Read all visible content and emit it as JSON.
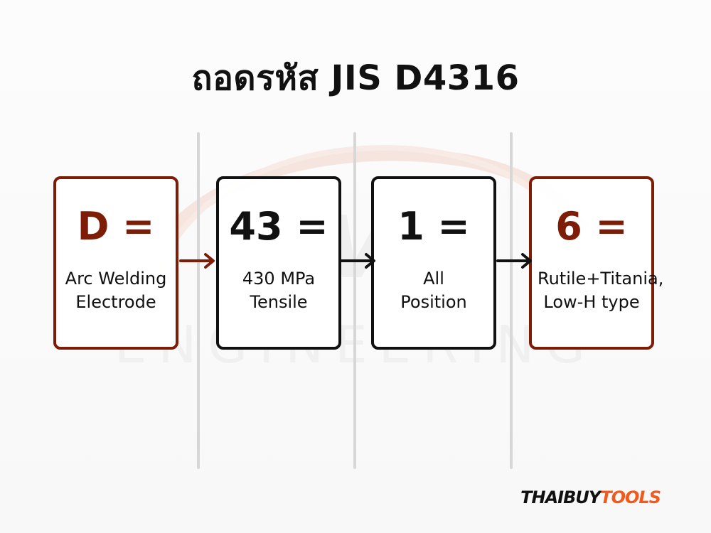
{
  "title": "ถอดรหัส JIS D4316",
  "watermark": {
    "logo": "KVS",
    "subtitle": "ENGINEERING"
  },
  "cards": [
    {
      "code": "D =",
      "description": "Arc Welding\nElectrode",
      "accent": "#7d1d08"
    },
    {
      "code": "43 =",
      "description": "430 MPa\nTensile",
      "accent": "#111111"
    },
    {
      "code": "1 =",
      "description": "All\nPosition",
      "accent": "#111111"
    },
    {
      "code": "6 =",
      "description": "Rutile+Titania,\nLow-H type",
      "accent": "#7d1d08"
    }
  ],
  "icons": {
    "arrow": "arrow-right-icon"
  },
  "brand": {
    "prefix": "THAIBUY",
    "suffix": "TOOLS"
  },
  "colors": {
    "title": "#111111",
    "divider": "#d7d7d7",
    "red_accent": "#7d1d08",
    "brand_accent": "#f25a1d"
  }
}
